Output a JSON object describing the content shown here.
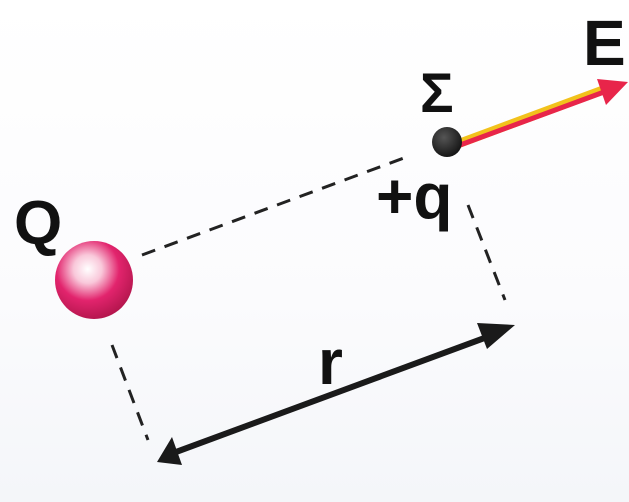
{
  "labels": {
    "source_charge": "Q",
    "test_point": "Σ",
    "test_charge": "+q",
    "field_vector": "E",
    "distance": "r"
  },
  "colors": {
    "source_charge_fill": "#e2246d",
    "source_charge_highlight": "#ffffff",
    "test_point_fill": "#222222",
    "field_arrow_main": "#e8254a",
    "field_arrow_edge": "#f2c21c",
    "dashed_lines": "#222222",
    "distance_arrow": "#1a1a1a",
    "label_text": "#111111"
  }
}
